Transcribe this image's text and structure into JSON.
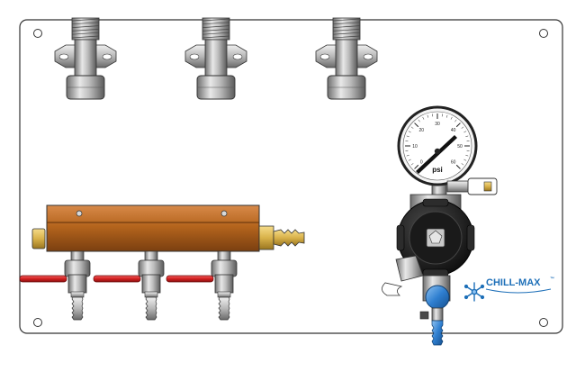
{
  "gauge": {
    "unit": "psi",
    "scale_labels": [
      "0",
      "10",
      "20",
      "30",
      "40",
      "50",
      "60"
    ]
  },
  "brand": {
    "name": "CHILL-MAX",
    "trademark": "™"
  },
  "components": {
    "wall_shanks": 3,
    "manifold_valves": 3
  },
  "colors": {
    "panel_stroke": "#333333",
    "manifold_copper": "#b5651d",
    "valve_handle_red": "#d32020",
    "brass_fitting": "#d9b24a",
    "regulator_body": "#1a1a1a",
    "shutoff_blue": "#2f7fd0",
    "brand_blue": "#1d6fb8"
  }
}
